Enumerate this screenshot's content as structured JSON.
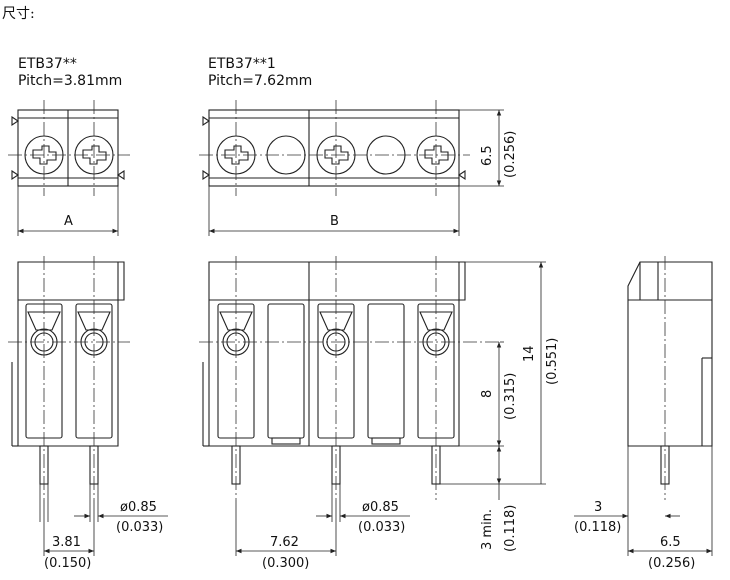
{
  "title": "尺寸:",
  "models": {
    "left": {
      "name": "ETB37**",
      "pitch": "Pitch=3.81mm"
    },
    "right": {
      "name": "ETB37**1",
      "pitch": "Pitch=7.62mm"
    }
  },
  "dims": {
    "a": "A",
    "b": "B",
    "height_top_mm": "6.5",
    "height_top_in": "(0.256)",
    "height_total_mm": "14",
    "height_total_in": "(0.551)",
    "height_mid_mm": "8",
    "height_mid_in": "(0.315)",
    "pin_min_mm": "3 min.",
    "pin_min_in": "(0.118)",
    "pin_dia_left_mm": "ø0.85",
    "pin_dia_left_in": "(0.033)",
    "pin_dia_right_mm": "ø0.85",
    "pin_dia_right_in": "(0.033)",
    "pitch_left_mm": "3.81",
    "pitch_left_in": "(0.150)",
    "pitch_right_mm": "7.62",
    "pitch_right_in": "(0.300)",
    "side_offset_mm": "3",
    "side_offset_in": "(0.118)",
    "side_depth_mm": "6.5",
    "side_depth_in": "(0.256)"
  }
}
